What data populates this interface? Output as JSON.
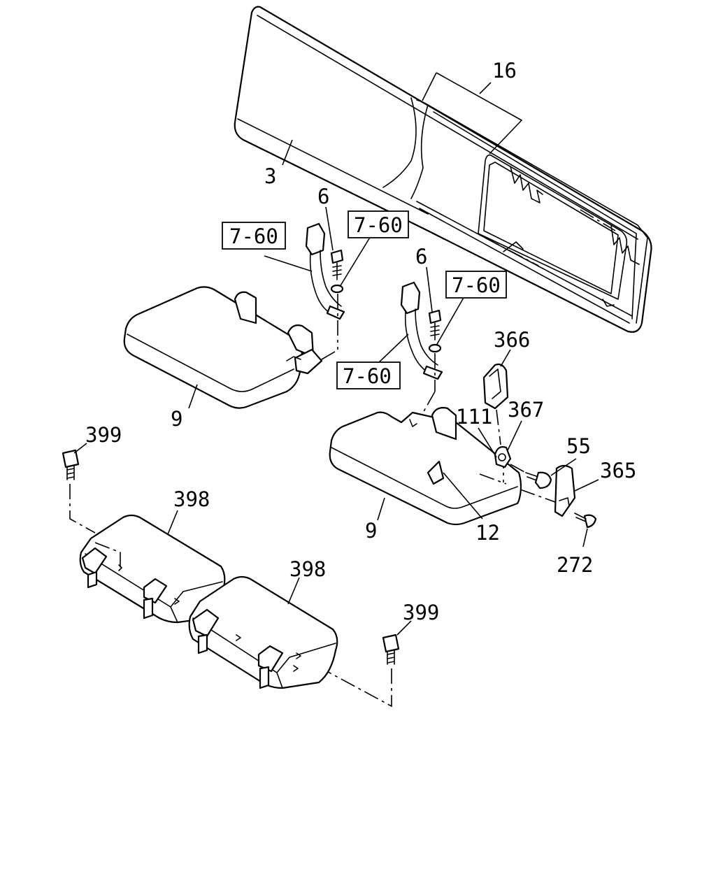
{
  "callouts": {
    "c3": "3",
    "c16": "16",
    "c6a": "6",
    "c6b": "6",
    "ref1": "7-60",
    "ref2": "7-60",
    "ref3": "7-60",
    "ref4": "7-60",
    "c9a": "9",
    "c9b": "9",
    "c366": "366",
    "c367": "367",
    "c111": "111",
    "c55": "55",
    "c365": "365",
    "c12": "12",
    "c272": "272",
    "c399a": "399",
    "c399b": "399",
    "c398a": "398",
    "c398b": "398"
  },
  "colors": {
    "line": "#000000",
    "background": "#ffffff"
  }
}
